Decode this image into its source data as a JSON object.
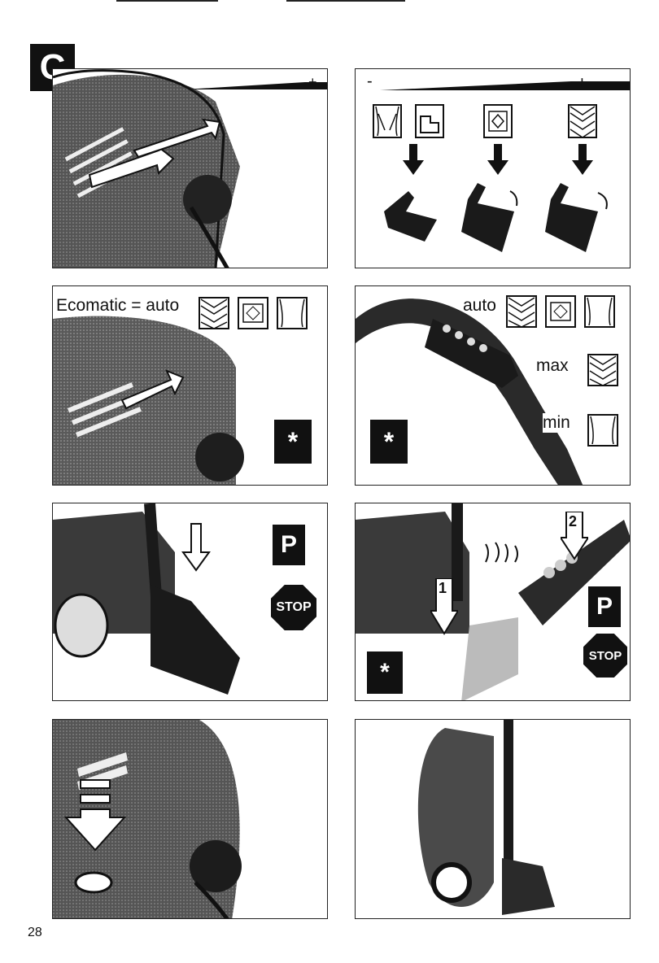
{
  "section_marker": "C",
  "page_number": "28",
  "panel1": {
    "minus": "-",
    "plus": "+"
  },
  "panel2": {
    "minus": "-",
    "plus": "+"
  },
  "panel3": {
    "ecomatic_label": "Ecomatic = auto",
    "star": "*"
  },
  "panel4": {
    "auto_label": "auto",
    "max_label": "max",
    "min_label": "min",
    "star": "*"
  },
  "panel5": {
    "park_label": "P",
    "stop_label": "STOP"
  },
  "panel6": {
    "step1": "1",
    "step2": "2",
    "park_label": "P",
    "stop_label": "STOP",
    "star": "*"
  },
  "icons": [
    "curtain-icon",
    "armchair-icon",
    "rug-icon",
    "carpet-icon",
    "down-arrow-icon",
    "nozzle-icon",
    "vacuum-cleaner-icon"
  ]
}
